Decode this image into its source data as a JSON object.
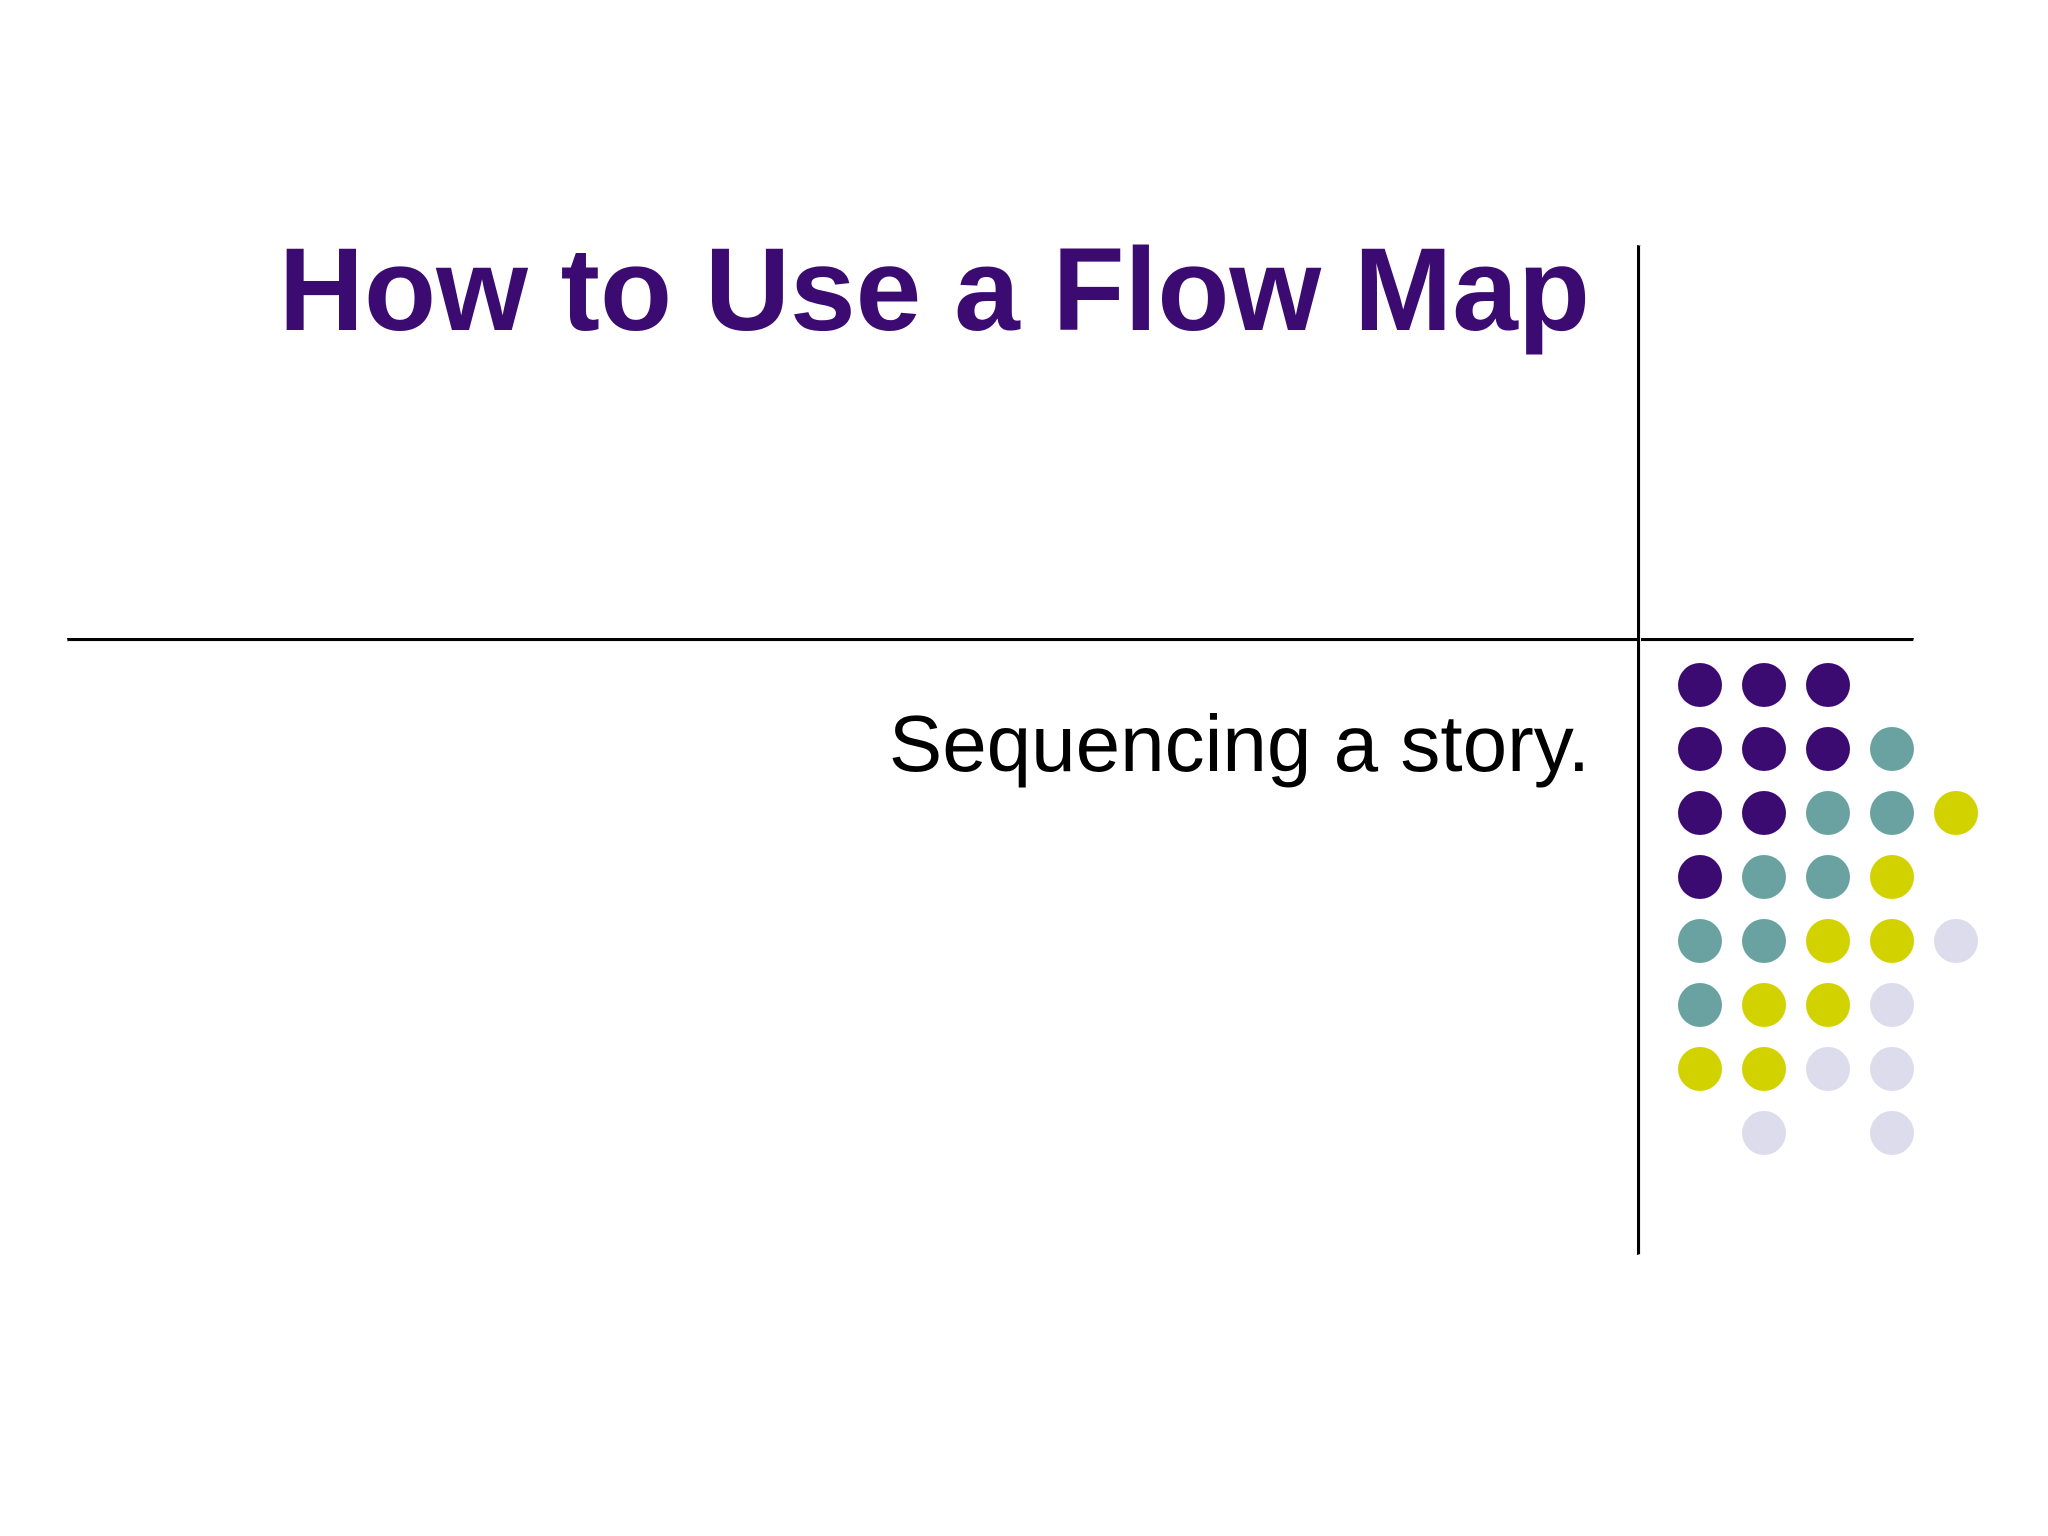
{
  "slide": {
    "background_color": "#FFFFFF",
    "title": "How to Use a Flow Map",
    "subtitle": "Sequencing a story.",
    "title_color": "#3B0B72",
    "subtitle_color": "#000000",
    "rule_color": "#000000"
  },
  "decoration": {
    "name": "dot-matrix-gradient",
    "columns": 5,
    "rows": 8,
    "palette": {
      "purple": "#3B0B72",
      "teal": "#6AA2A2",
      "yellow": "#D2D200",
      "lavender": "#DCDCEC",
      "empty": null
    },
    "grid": [
      [
        "purple",
        "purple",
        "purple",
        null,
        null
      ],
      [
        "purple",
        "purple",
        "purple",
        "teal",
        null
      ],
      [
        "purple",
        "purple",
        "teal",
        "teal",
        "yellow"
      ],
      [
        "purple",
        "teal",
        "teal",
        "yellow",
        null
      ],
      [
        "teal",
        "teal",
        "yellow",
        "yellow",
        "lavender"
      ],
      [
        "teal",
        "yellow",
        "yellow",
        "lavender",
        null
      ],
      [
        "yellow",
        "yellow",
        "lavender",
        "lavender",
        null
      ],
      [
        null,
        "lavender",
        null,
        "lavender",
        null
      ]
    ]
  }
}
